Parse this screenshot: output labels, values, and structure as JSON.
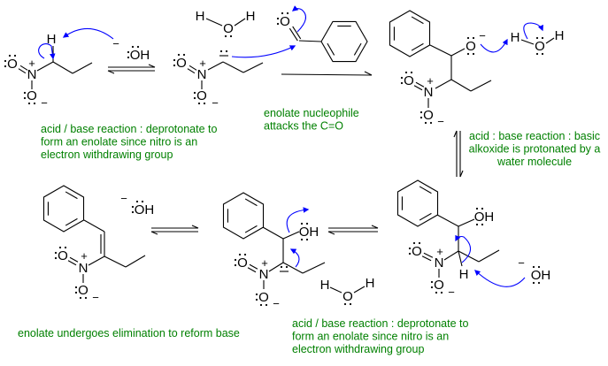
{
  "atoms": {
    "O": "O",
    "N": "N",
    "H": "H",
    "OH": "OH",
    "plus": "+",
    "minus": "−"
  },
  "captions": {
    "step1": [
      "acid / base reaction : deprotonate to",
      "form an enolate since nitro is an",
      "electron withdrawing group"
    ],
    "step2": [
      "enolate nucleophile",
      "attacks the C=O"
    ],
    "step3": [
      "acid : base reaction : basic",
      "alkoxide is protonated by a",
      "water molecule"
    ],
    "step4": [
      "acid / base reaction : deprotonate to",
      "form an enolate since nitro is an",
      "electron withdrawing group"
    ],
    "step5": [
      "enolate undergoes elimination to reform base"
    ]
  },
  "colors": {
    "caption": "#008000",
    "arrow": "#0000ff",
    "bond": "#000000"
  }
}
